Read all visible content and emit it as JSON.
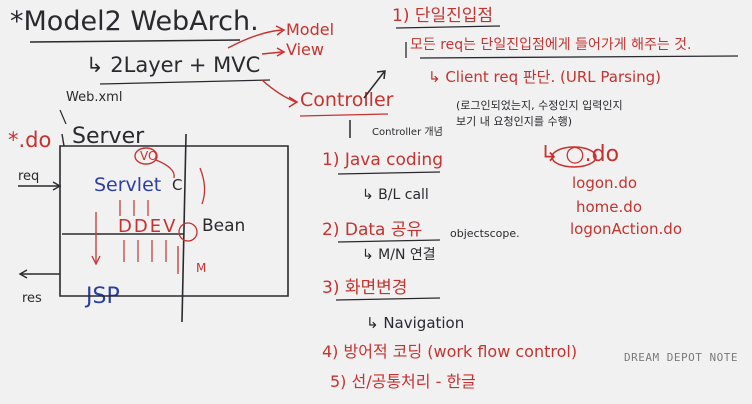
{
  "title": "*Model2 WebArch.",
  "left": {
    "arch_line": "↳ 2Layer + MVC",
    "model_label": "Model",
    "view_label": "View",
    "webxml_label": "Web.xml",
    "do_label": "*.do",
    "server_label": "Server",
    "req_label": "req",
    "res_label": "res",
    "servlet_label": "Servlet",
    "vo_label": "VO",
    "c_label": "C",
    "dd_label": "DDEV",
    "bean_label": "Bean",
    "m_label": "M",
    "jsp_label": "JSP"
  },
  "middle": {
    "controller_label": "Controller",
    "controller_note": "Controller 개념",
    "items": [
      {
        "label": "1) Java coding",
        "sub": "↳ B/L call"
      },
      {
        "label": "2) Data 공유",
        "side": "objectscope.",
        "sub": "↳ M/N 연결"
      },
      {
        "label": "3) 화면변경",
        "sub": "↳ Navigation"
      },
      {
        "label": "4) 방어적 코딩 (work flow control)"
      },
      {
        "label": "5) 선/공통처리 - 한글"
      }
    ]
  },
  "right": {
    "heading": "1) 단일진입점",
    "line1": "모든 req는 단일진입점에게 들어가게 해주는 것.",
    "line2": "↳ Client req 판단. (URL Parsing)",
    "line3": "(로그인되었는지, 수정인지 입력인지",
    "line4": "보기 내 요청인지를 수행)",
    "pattern": "↳ ○.do",
    "examples": [
      "logon.do",
      "home.do",
      "logonAction.do"
    ]
  },
  "brand": "DREAM DEPOT NOTE"
}
